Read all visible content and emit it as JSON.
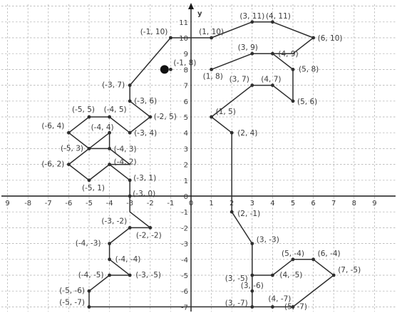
{
  "chart_data": {
    "type": "scatter",
    "title": "",
    "xlabel": "",
    "ylabel": "y",
    "xlim": [
      -9,
      9
    ],
    "ylim": [
      -7,
      11
    ],
    "grid": true,
    "x_ticks": [
      "9",
      "-8",
      "-7",
      "-6",
      "-5",
      "-4",
      "-3",
      "-2",
      "-1",
      "0",
      "1",
      "2",
      "3",
      "4",
      "5",
      "6",
      "7",
      "8",
      "9"
    ],
    "x_tick_values": [
      -9,
      -8,
      -7,
      -6,
      -5,
      -4,
      -3,
      -2,
      -1,
      0,
      1,
      2,
      3,
      4,
      5,
      6,
      7,
      8,
      9
    ],
    "y_ticks": [
      "11",
      "10",
      "9",
      "8",
      "7",
      "6",
      "5",
      "4",
      "3",
      "2",
      "1",
      "0",
      "-1",
      "-2",
      "-3",
      "-4",
      "-5",
      "-6",
      "-7"
    ],
    "y_tick_values": [
      11,
      10,
      9,
      8,
      7,
      6,
      5,
      4,
      3,
      2,
      1,
      0,
      -1,
      -2,
      -3,
      -4,
      -5,
      -6,
      -7
    ],
    "paths": [
      [
        [
          -5,
          -7
        ],
        [
          -5,
          -6
        ],
        [
          -4,
          -5
        ],
        [
          -3,
          -5
        ],
        [
          -4,
          -4
        ],
        [
          -4,
          -3
        ],
        [
          -3,
          -2
        ],
        [
          -2,
          -2
        ],
        [
          -3,
          -1
        ],
        [
          -3,
          0
        ],
        [
          -3,
          1
        ],
        [
          -4,
          2
        ],
        [
          -5,
          1
        ],
        [
          -6,
          2
        ],
        [
          -5,
          3
        ],
        [
          -4,
          4
        ],
        [
          -4,
          3
        ],
        [
          -5,
          3
        ],
        [
          -6,
          4
        ],
        [
          -5,
          5
        ],
        [
          -4,
          5
        ],
        [
          -3,
          4
        ],
        [
          -2,
          5
        ],
        [
          -3,
          6
        ],
        [
          -3,
          7
        ],
        [
          -1,
          10
        ],
        [
          1,
          10
        ],
        [
          3,
          11
        ],
        [
          4,
          11
        ],
        [
          6,
          10
        ],
        [
          5,
          9
        ],
        [
          3,
          9
        ],
        [
          1,
          8
        ]
      ],
      [
        [
          -4,
          3
        ],
        [
          -3,
          2
        ],
        [
          -4,
          2
        ]
      ],
      [
        [
          -5,
          -7
        ],
        [
          3,
          -7
        ],
        [
          3,
          -6
        ],
        [
          3,
          -5
        ],
        [
          4,
          -5
        ],
        [
          5,
          -4
        ],
        [
          6,
          -4
        ],
        [
          7,
          -5
        ],
        [
          5,
          -7
        ],
        [
          4,
          -7
        ],
        [
          3,
          -7
        ]
      ],
      [
        [
          3,
          -5
        ],
        [
          3,
          -3
        ],
        [
          2,
          -1
        ],
        [
          2,
          4
        ],
        [
          1,
          5
        ],
        [
          3,
          7
        ],
        [
          4,
          7
        ],
        [
          5,
          6
        ],
        [
          5,
          8
        ],
        [
          4,
          9
        ],
        [
          5,
          9
        ]
      ]
    ],
    "points": [
      {
        "x": 3,
        "y": 11,
        "label": "(3, 11)"
      },
      {
        "x": 4,
        "y": 11,
        "label": "(4, 11)"
      },
      {
        "x": -1,
        "y": 10,
        "label": "(-1, 10)"
      },
      {
        "x": 1,
        "y": 10,
        "label": "(1, 10)"
      },
      {
        "x": 6,
        "y": 10,
        "label": "(6, 10)"
      },
      {
        "x": 3,
        "y": 9,
        "label": "(3, 9)"
      },
      {
        "x": 4,
        "y": 9,
        "label": "(4, 9)"
      },
      {
        "x": -1,
        "y": 8,
        "label": "(-1, 8)"
      },
      {
        "x": 5,
        "y": 8,
        "label": "(5, 8)"
      },
      {
        "x": 1,
        "y": 8,
        "label": "(1, 8)"
      },
      {
        "x": -3,
        "y": 7,
        "label": "(-3, 7)"
      },
      {
        "x": 4,
        "y": 7,
        "label": "(4, 7)"
      },
      {
        "x": 3,
        "y": 7,
        "label": "(3, 7)"
      },
      {
        "x": -3,
        "y": 6,
        "label": "(-3, 6)"
      },
      {
        "x": 5,
        "y": 6,
        "label": "(5, 6)"
      },
      {
        "x": -5,
        "y": 5,
        "label": "(-5, 5)"
      },
      {
        "x": -4,
        "y": 5,
        "label": "(-4, 5)"
      },
      {
        "x": -2,
        "y": 5,
        "label": "(-2, 5)"
      },
      {
        "x": 1,
        "y": 5,
        "label": "(1, 5)"
      },
      {
        "x": -6,
        "y": 4,
        "label": "(-6, 4)"
      },
      {
        "x": -4,
        "y": 4,
        "label": "(-4, 4)"
      },
      {
        "x": -3,
        "y": 4,
        "label": "(-3, 4)"
      },
      {
        "x": 2,
        "y": 4,
        "label": "(2, 4)"
      },
      {
        "x": -5,
        "y": 3,
        "label": "(-5, 3)"
      },
      {
        "x": -4,
        "y": 3,
        "label": "(-4, 3)"
      },
      {
        "x": -4,
        "y": 2,
        "label": "(-4, 2)"
      },
      {
        "x": -6,
        "y": 2,
        "label": "(-6, 2)"
      },
      {
        "x": -3,
        "y": 1,
        "label": "(-3, 1)"
      },
      {
        "x": -5,
        "y": 1,
        "label": "(-5, 1)"
      },
      {
        "x": -3,
        "y": 0,
        "label": "(-3, 0)"
      },
      {
        "x": 2,
        "y": -1,
        "label": "(2, -1)"
      },
      {
        "x": -3,
        "y": -2,
        "label": "(-3, -2)"
      },
      {
        "x": -2,
        "y": -2,
        "label": "(-2, -2)"
      },
      {
        "x": -4,
        "y": -3,
        "label": "(-4, -3)"
      },
      {
        "x": 3,
        "y": -3,
        "label": "(3, -3)"
      },
      {
        "x": -4,
        "y": -4,
        "label": "(-4, -4)"
      },
      {
        "x": 5,
        "y": -4,
        "label": "(5, -4)"
      },
      {
        "x": 6,
        "y": -4,
        "label": "(6, -4)"
      },
      {
        "x": -4,
        "y": -5,
        "label": "(-4, -5)"
      },
      {
        "x": -3,
        "y": -5,
        "label": "(-3, -5)"
      },
      {
        "x": 3,
        "y": -5,
        "label": "(3, -5)"
      },
      {
        "x": 4,
        "y": -5,
        "label": "(4, -5)"
      },
      {
        "x": 7,
        "y": -5,
        "label": "(7, -5)"
      },
      {
        "x": -5,
        "y": -6,
        "label": "(-5, -6)"
      },
      {
        "x": 3,
        "y": -6,
        "label": "(3, -6)"
      },
      {
        "x": -5,
        "y": -7,
        "label": "(-5, -7)"
      },
      {
        "x": 3,
        "y": -7,
        "label": "(3, -7)"
      },
      {
        "x": 4,
        "y": -7,
        "label": "(4, -7)"
      },
      {
        "x": 5,
        "y": -7,
        "label": "(5, -7)"
      }
    ],
    "highlight_point": {
      "x": -1.3,
      "y": 8
    }
  }
}
